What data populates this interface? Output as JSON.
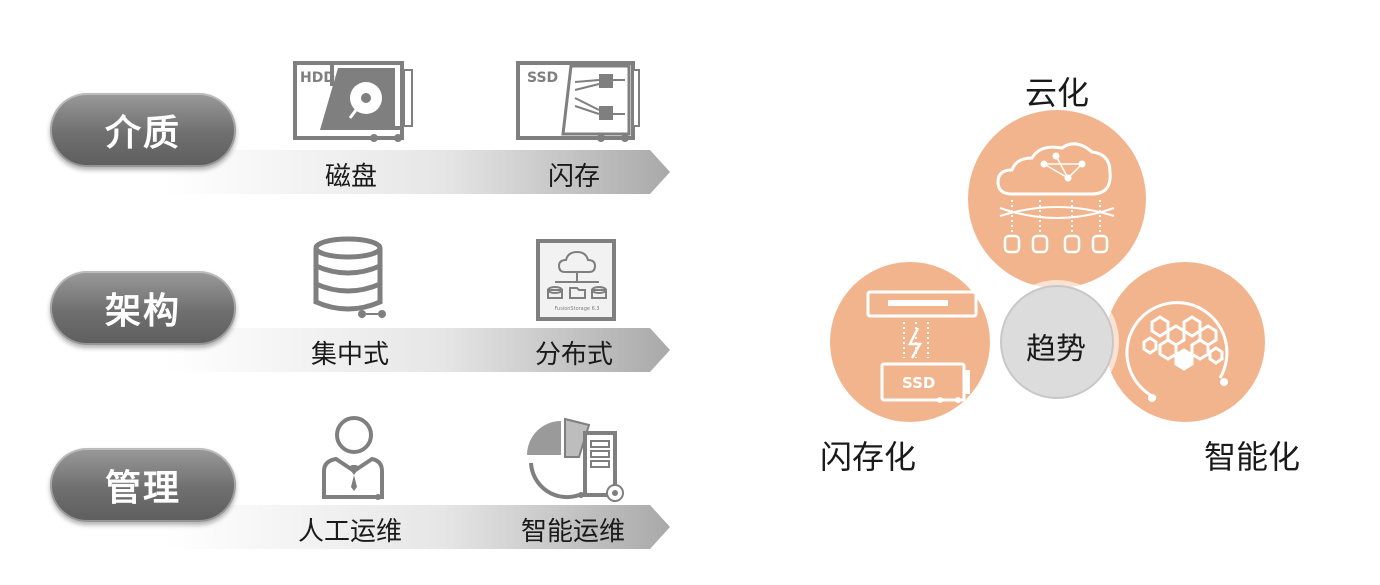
{
  "rows": [
    {
      "category": "介质",
      "left_label": "磁盘",
      "right_label": "闪存",
      "left_icon": "hdd-icon",
      "right_icon": "ssd-icon"
    },
    {
      "category": "架构",
      "left_label": "集中式",
      "right_label": "分布式",
      "left_icon": "database-icon",
      "right_icon": "distributed-storage-icon"
    },
    {
      "category": "管理",
      "left_label": "人工运维",
      "right_label": "智能运维",
      "left_icon": "person-icon",
      "right_icon": "smart-ops-icon"
    }
  ],
  "icon_text": {
    "hdd": "HDD",
    "ssd": "SSD",
    "fusion": "FusionStorage 6.3",
    "ssd_badge": "SSD"
  },
  "trend": {
    "center": "趋势",
    "top": "云化",
    "left": "闪存化",
    "right": "智能化"
  },
  "colors": {
    "accent": "#f2b48c",
    "pill": "#7a7a7a",
    "icon_stroke": "#7f7f7f",
    "center": "#dcdcdc"
  }
}
